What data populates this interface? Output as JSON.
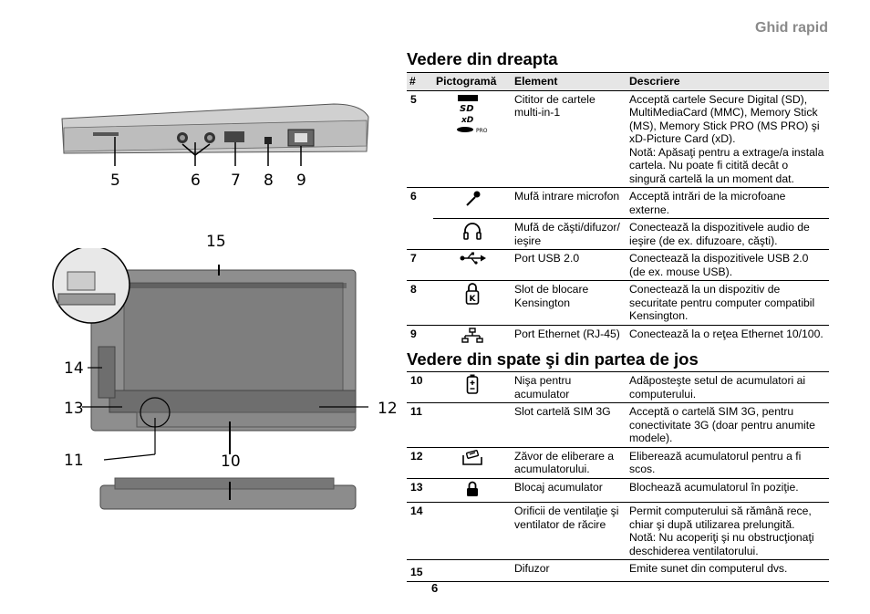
{
  "header": {
    "title": "Ghid rapid"
  },
  "right_view": {
    "title": "Vedere din dreapta",
    "columns": [
      "#",
      "Pictogramă",
      "Element",
      "Descriere"
    ],
    "rows": [
      {
        "num": "5",
        "icon": "card-reader-icon",
        "element": "Cititor de cartele multi-in-1",
        "description": "Acceptă cartele Secure Digital (SD), MultiMediaCard (MMC), Memory Stick (MS), Memory Stick PRO (MS PRO) şi xD-Picture Card (xD).\nNotă: Apăsaţi pentru a extrage/a instala cartela. Nu poate fi citită decât o singură cartelă la un moment dat."
      },
      {
        "num": "6",
        "icon": "microphone-icon",
        "element": "Mufă intrare microfon",
        "description": "Acceptă intrări de la microfoane externe."
      },
      {
        "num": "",
        "icon": "headphones-icon",
        "element": "Mufă de căşti/difuzor/ ieşire",
        "description": "Conectează la dispozitivele audio de ieşire (de ex. difuzoare, căşti)."
      },
      {
        "num": "7",
        "icon": "usb-icon",
        "element": "Port USB 2.0",
        "description": "Conectează la dispozitivele USB 2.0 (de ex. mouse USB)."
      },
      {
        "num": "8",
        "icon": "kensington-lock-icon",
        "element": "Slot de blocare Kensington",
        "description": "Conectează la un dispozitiv de securitate pentru computer compatibil Kensington."
      },
      {
        "num": "9",
        "icon": "ethernet-icon",
        "element": "Port Ethernet (RJ-45)",
        "description": "Conectează la o reţea Ethernet 10/100."
      }
    ]
  },
  "back_view": {
    "title": "Vedere din spate şi din partea de jos",
    "rows": [
      {
        "num": "10",
        "icon": "battery-icon",
        "element": "Nişa pentru acumulator",
        "description": "Adăposteşte setul de acumulatori ai computerului."
      },
      {
        "num": "11",
        "icon": "",
        "element": "Slot cartelă SIM 3G",
        "description": "Acceptă o cartelă SIM 3G, pentru conectivitate 3G (doar pentru anumite modele)."
      },
      {
        "num": "12",
        "icon": "battery-release-icon",
        "element": "Zăvor de eliberare a acumulatorului.",
        "description": "Eliberează acumulatorul pentru a fi scos."
      },
      {
        "num": "13",
        "icon": "battery-lock-icon",
        "element": "Blocaj acumulator",
        "description": "Blochează acumulatorul în poziţie."
      },
      {
        "num": "14",
        "icon": "",
        "element": "Orificii de ventilaţie şi ventilator de răcire",
        "description": "Permit computerului să rămână rece, chiar şi după utilizarea prelungită.\nNotă: Nu acoperiţi şi nu obstrucţionaţi deschiderea ventilatorului."
      },
      {
        "num": "15",
        "icon": "",
        "element": "Difuzor",
        "description": "Emite sunet din computerul dvs."
      }
    ]
  },
  "illustration_labels": {
    "l5": "5",
    "l6": "6",
    "l7": "7",
    "l8": "8",
    "l9": "9",
    "l15": "15",
    "l14": "14",
    "l13": "13",
    "l12": "12",
    "l11": "11",
    "l10": "10"
  },
  "card_reader_pro_label": "PRO",
  "page_number": "6"
}
